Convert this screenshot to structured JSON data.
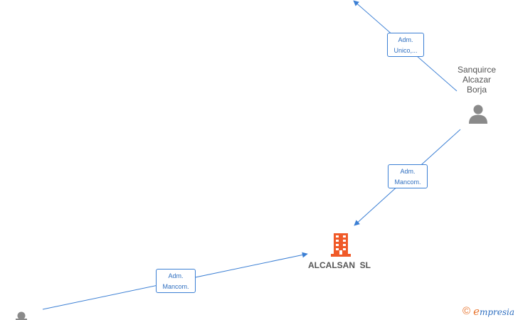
{
  "diagram": {
    "edges": [
      {
        "id": "e1",
        "label_lines": [
          "Adm.",
          "Unico,..."
        ]
      },
      {
        "id": "e2",
        "label_lines": [
          "Adm.",
          "Mancom."
        ]
      },
      {
        "id": "e3",
        "label_lines": [
          "Adm.",
          "Mancom."
        ]
      }
    ],
    "nodes": {
      "person": {
        "name_lines": [
          "Sanquirce",
          "Alcazar",
          "Borja"
        ],
        "icon": "person-icon"
      },
      "company": {
        "name": "ALCALSAN  SL",
        "icon": "building-icon"
      },
      "person_partial": {
        "icon": "person-icon"
      }
    },
    "colors": {
      "edge": "#3b7fd4",
      "company_icon": "#f05a28",
      "person_icon": "#8a8a8a"
    }
  },
  "watermark": {
    "symbol": "©",
    "brand_initial": "e",
    "brand_rest": "mpresia"
  }
}
